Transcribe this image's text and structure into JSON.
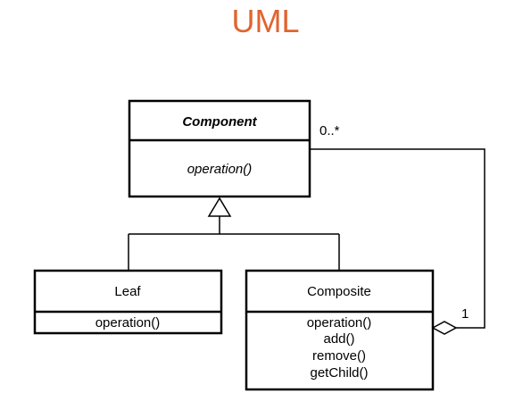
{
  "title": "UML",
  "colors": {
    "title": "#e0642f",
    "lines": "#000000",
    "background": "#ffffff"
  },
  "classes": {
    "component": {
      "name": "Component",
      "abstract": true,
      "operations": [
        "operation()"
      ]
    },
    "leaf": {
      "name": "Leaf",
      "operations": [
        "operation()"
      ]
    },
    "composite": {
      "name": "Composite",
      "operations": [
        "operation()",
        "add()",
        "remove()",
        "getChild()"
      ]
    }
  },
  "relationships": {
    "generalization": {
      "parent": "Component",
      "children": [
        "Leaf",
        "Composite"
      ],
      "arrow": "hollow-triangle"
    },
    "aggregation": {
      "whole": "Composite",
      "part": "Component",
      "whole_multiplicity": "1",
      "part_multiplicity": "0..*",
      "marker": "hollow-diamond"
    }
  }
}
